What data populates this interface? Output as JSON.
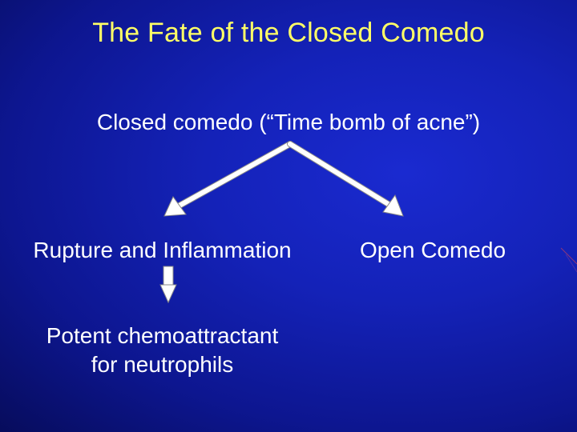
{
  "title": "The Fate of the Closed Comedo",
  "diagram": {
    "root": "Closed comedo (“Time bomb of acne”)",
    "left_branch": "Rupture and Inflammation",
    "right_branch": "Open Comedo",
    "left_outcome_line1": "Potent chemoattractant",
    "left_outcome_line2": "for neutrophils"
  },
  "colors": {
    "title": "#ffff66",
    "text": "#ffffff",
    "background": "#1422b8",
    "arrow_fill": "#ffffff",
    "arrow_stroke": "#888888"
  }
}
